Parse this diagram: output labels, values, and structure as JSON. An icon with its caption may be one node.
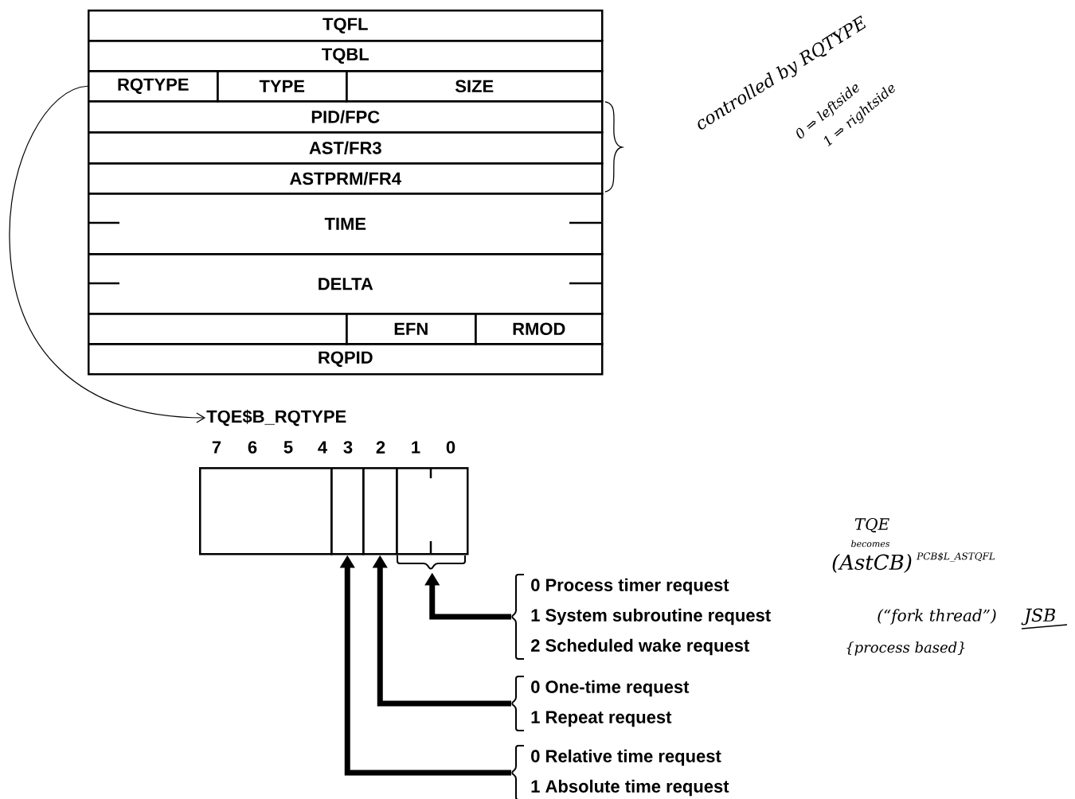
{
  "diagram": {
    "nodes": [
      {
        "text": [
          "TQFL"
        ]
      },
      {
        "text": [
          "TQBL"
        ]
      },
      {
        "text": [
          "RQTYPE"
        ]
      },
      {
        "text": [
          "TYPE"
        ]
      },
      {
        "text": [
          "SIZE"
        ]
      },
      {
        "text": [
          "PID/FPC"
        ]
      },
      {
        "text": [
          "AST/FR3"
        ]
      },
      {
        "text": [
          "ASTPRM/FR4"
        ]
      },
      {
        "text": [
          "TIME"
        ]
      },
      {
        "text": [
          "DELTA"
        ]
      },
      {
        "text": [],
        "shape": "box"
      },
      {
        "text": [
          "EFN"
        ]
      },
      {
        "text": [
          "RMOD"
        ]
      },
      {
        "text": [
          "RQPID"
        ]
      },
      {
        "text": [
          "TQE$B_RQTYPE"
        ]
      },
      {
        "text": [],
        "shape": "box"
      },
      {
        "text": [],
        "shape": "box"
      },
      {
        "text": [],
        "shape": "box"
      },
      {
        "text": [],
        "shape": "box"
      },
      {
        "text": [
          "0 Process timer request",
          "1 System subroutine request",
          "2 Scheduled wake request"
        ]
      },
      {
        "text": [
          "0 One-time request",
          "1 Repeat request"
        ]
      },
      {
        "text": [
          "0 Relative time request",
          "1 Absolute time request"
        ]
      }
    ],
    "edges": [
      {
        "from": 2,
        "to": 14,
        "arrow": "to"
      },
      {
        "from": 19,
        "to": 18,
        "arrow": "to"
      },
      {
        "from": 20,
        "to": 17,
        "arrow": "to"
      },
      {
        "from": 21,
        "to": 16,
        "arrow": "to"
      }
    ],
    "labels": [
      "7",
      "6",
      "5",
      "4",
      "3",
      "2",
      "1",
      "0",
      "controlled by RQTYPE",
      "0 ⇒ leftside",
      "1 ⇒ rightside",
      "TQE",
      "becomes",
      "(AstCB)",
      "PCB$L_ASTQFL",
      "(“fork thread”)",
      "JSB",
      "{process based}"
    ]
  }
}
